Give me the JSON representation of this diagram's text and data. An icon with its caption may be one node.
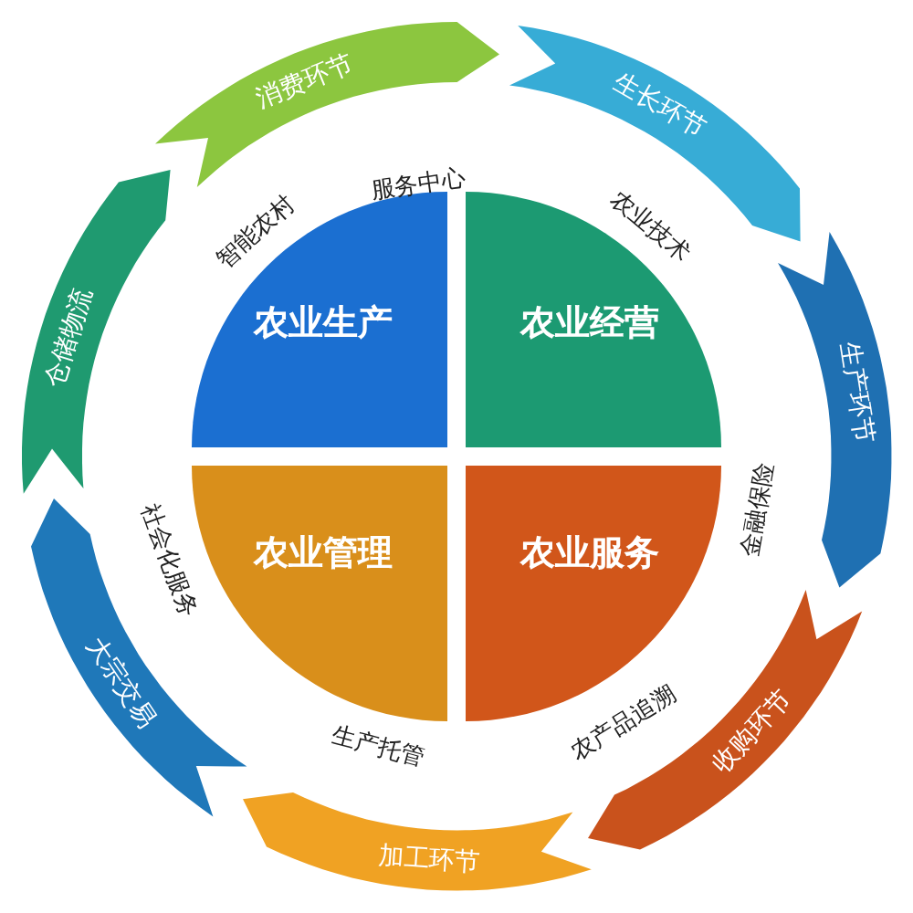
{
  "diagram": {
    "nodes": [
      {
        "text": [
          "农业生产"
        ]
      },
      {
        "text": [
          "农业经营"
        ]
      },
      {
        "text": [
          "农业管理"
        ]
      },
      {
        "text": [
          "农业服务"
        ]
      },
      {
        "text": [
          "消费环节"
        ]
      },
      {
        "text": [
          "生长环节"
        ]
      },
      {
        "text": [
          "仓储物流"
        ]
      },
      {
        "text": [
          "生产环节"
        ]
      },
      {
        "text": [
          "大宗交易"
        ]
      },
      {
        "text": [
          "收购环节"
        ]
      },
      {
        "text": [
          "加工环节"
        ]
      }
    ],
    "edges": [],
    "labels": [
      "服务中心",
      "智能农村",
      "农业技术",
      "社会化服务",
      "金融保险",
      "生产托管",
      "农产品追溯"
    ]
  }
}
